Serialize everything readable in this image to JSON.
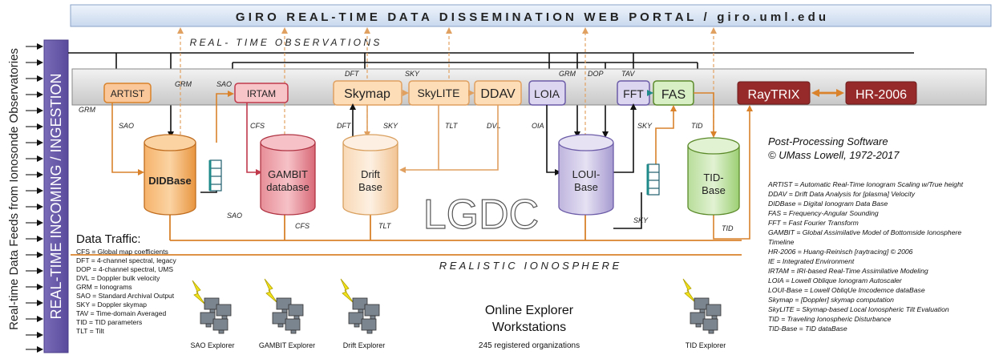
{
  "portal_title": "G I R O   R E A L - T I M E   D A T A   D I S S E M I N A T I O N   W E B   P O R T A L   /   g i r o . u m l . e d u",
  "side_label_left": "Real-time Data Feeds from Ionosonde Observatories",
  "side_label_bar": "REAL-TIME  INCOMING / INGESTION",
  "realtime_obs": "R E A L -   T I M E   O B S E R V A T I O N S",
  "realistic_iono": "R E A L I S T I C   I O N O S P H E R E",
  "lgdc": "LGDC",
  "modules": {
    "artist": "ARTIST",
    "irtam": "IRTAM",
    "skymap": "Skymap",
    "skylite": "SkyLITE",
    "ddav": "DDAV",
    "loia": "LOIA",
    "fft": "FFT",
    "fas": "FAS",
    "raytrix": "RayTRIX",
    "hr2006": "HR-2006"
  },
  "databases": {
    "didbase": "DIDBase",
    "gambit1": "GAMBIT",
    "gambit2": "database",
    "drift1": "Drift",
    "drift2": "Base",
    "loui1": "LOUI-",
    "loui2": "Base",
    "tid1": "TID-",
    "tid2": "Base"
  },
  "flow_labels": {
    "grm1": "GRM",
    "grm2": "GRM",
    "grm3": "GRM",
    "sao1": "SAO",
    "sao2": "SAO",
    "sao3": "SAO",
    "cfs1": "CFS",
    "cfs2": "CFS",
    "dft1": "DFT",
    "dft2": "DFT",
    "sky1": "SKY",
    "sky2": "SKY",
    "sky3": "SKY",
    "sky4": "SKY",
    "tlt1": "TLT",
    "tlt2": "TLT",
    "dvl": "DVL",
    "oia": "OIA",
    "dop": "DOP",
    "tav": "TAV",
    "tid1": "TID",
    "tid2": "TID"
  },
  "data_traffic": {
    "title": "Data Traffic:",
    "items": [
      "CFS = Global map coefficients",
      "DFT = 4-channel spectral, legacy",
      "DOP = 4-channel spectral, UMS",
      "DVL = Doppler bulk velocity",
      "GRM = Ionograms",
      "SAO = Standard Archival Output",
      "SKY = Doppler skymap",
      "TAV = Time-domain Averaged",
      "TID = TID parameters",
      "TLT = Tilt"
    ]
  },
  "software": {
    "title": "Post-Processing Software",
    "copyright": "© UMass Lowell, 1972-2017"
  },
  "glossary": [
    "ARTIST = Automatic Real-Time Ionogram Scaling w/True height",
    "DDAV = Drift Data Analysis for [plasma] Velocity",
    "DIDBase = Digital Ionogram Data Base",
    "FAS = Frequency-Angular Sounding",
    "FFT = Fast Fourier Transform",
    "GAMBIT = Global Assimilative Model of Bottomside Ionosphere",
    "Timeline",
    "HR-2006 = Huang-Reinisch [raytracing] © 2006",
    "IE = Integrated Environment",
    "IRTAM = IRI-based Real-Time Assimilative Modeling",
    "LOIA = Lowell Oblique Ionogram Autoscaler",
    "LOUI-Base = Lowell ObliqUe Imcodemce dataBase",
    "Skymap = [Doppler] skymap computation",
    "SkyLITE = Skymap-based Local Ionospheric Tilt Evaluation",
    "TID = Traveling Ionospheric Disturbance",
    "TID-Base = TID dataBase"
  ],
  "explorers": {
    "sao": "SAO Explorer",
    "gambit": "GAMBIT Explorer",
    "drift": "Drift Explorer",
    "tid": "TID Explorer"
  },
  "online": {
    "line1": "Online Explorer",
    "line2": "Workstations",
    "line3": "245 registered organizations"
  },
  "colors": {
    "orange": "#d9822b",
    "red": "#c0394b",
    "purple": "#6c5ca8",
    "teal": "#1f8a8a",
    "maroon": "#962a2a",
    "green": "#5b8a2a"
  }
}
